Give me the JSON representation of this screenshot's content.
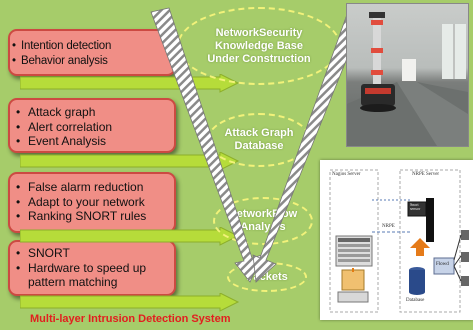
{
  "boxes": [
    {
      "items": [
        "Intention detection",
        "Behavior analysis"
      ]
    },
    {
      "items": [
        "Attack graph",
        "Alert correlation",
        "Event Analysis"
      ]
    },
    {
      "items": [
        "False alarm reduction",
        "Adapt to your network",
        "Ranking SNORT rules"
      ]
    },
    {
      "items": [
        "SNORT",
        "Hardware to speed up pattern matching"
      ]
    }
  ],
  "ellipses": {
    "knowledge": "Network Security Knowledge Base Under Construction",
    "knowledge_lines": [
      "NetworkSecurity",
      "Knowledge Base",
      "Under Construction"
    ],
    "attack_graph": [
      "Attack Graph",
      "Database"
    ],
    "netflow": [
      "NetworkFlow",
      "Analysis"
    ],
    "packets": "Packets"
  },
  "diagram": {
    "nagios_server": "Nagios Server",
    "nrpe_server": "NRPE Server",
    "nrpe_link": "NRPE",
    "snort_box": "Snort sensor",
    "flowd_box": "Flowd",
    "database": "Database"
  },
  "caption": "Multi-layer Intrusion Detection System",
  "colors": {
    "background": "#a6cc6a",
    "box_fill": "#f08e86",
    "box_border": "#cc4a42",
    "ellipse_text": "#ffffff",
    "caption": "#e21f1f"
  }
}
